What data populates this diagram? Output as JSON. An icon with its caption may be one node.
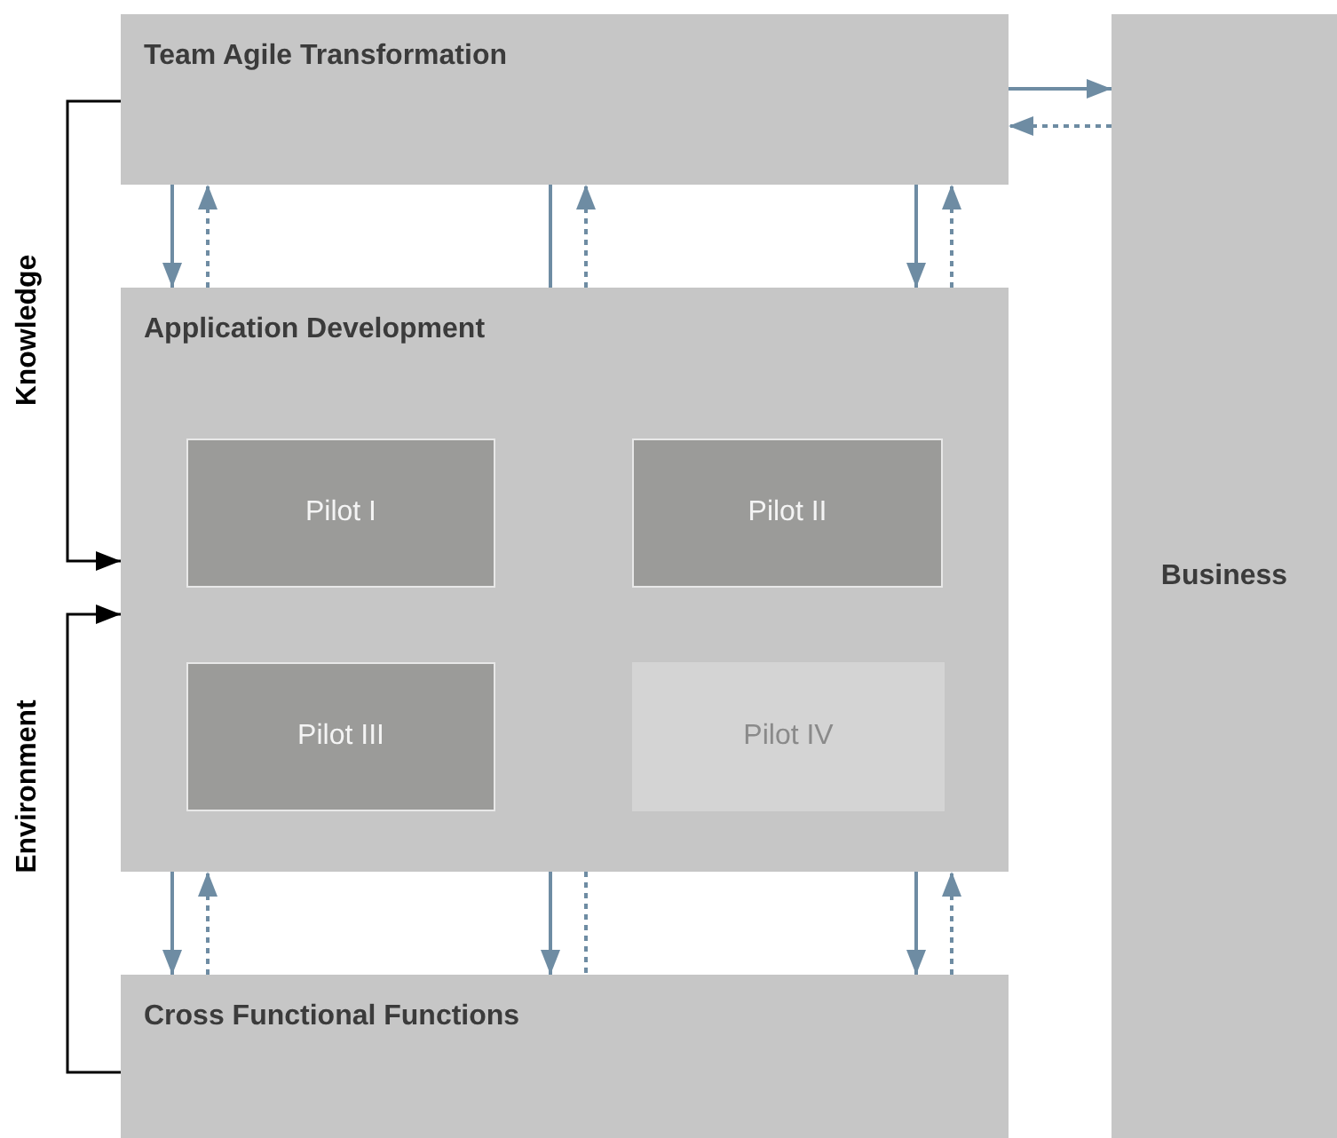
{
  "diagram": {
    "nodes": [
      {
        "text": [
          "Team Agile Transformation"
        ]
      },
      {
        "text": [
          "Business"
        ]
      },
      {
        "text": [
          "Application Development"
        ]
      },
      {
        "text": [
          "Pilot I"
        ],
        "in": 2
      },
      {
        "text": [
          "Pilot II"
        ],
        "in": 2
      },
      {
        "text": [
          "Pilot III"
        ],
        "in": 2
      },
      {
        "text": [
          "Pilot IV"
        ],
        "in": 2
      },
      {
        "text": [
          "Cross Functional Functions"
        ]
      }
    ],
    "edges": [
      {
        "from": 0,
        "to": 1,
        "arrow": "to"
      },
      {
        "from": 1,
        "to": 0,
        "arrow": "to",
        "style": "dashed"
      },
      {
        "from": 0,
        "to": 2,
        "arrow": "to"
      },
      {
        "from": 2,
        "to": 0,
        "arrow": "to",
        "style": "dashed"
      },
      {
        "from": 0,
        "to": 2,
        "arrow": "none"
      },
      {
        "from": 2,
        "to": 0,
        "arrow": "to",
        "style": "dashed"
      },
      {
        "from": 0,
        "to": 2,
        "arrow": "to"
      },
      {
        "from": 2,
        "to": 0,
        "arrow": "to",
        "style": "dashed"
      },
      {
        "from": 2,
        "to": 7,
        "arrow": "to"
      },
      {
        "from": 7,
        "to": 2,
        "arrow": "to",
        "style": "dashed"
      },
      {
        "from": 2,
        "to": 7,
        "arrow": "to"
      },
      {
        "from": 2,
        "to": 7,
        "arrow": "none",
        "style": "dashed"
      },
      {
        "from": 2,
        "to": 7,
        "arrow": "to"
      },
      {
        "from": 7,
        "to": 2,
        "arrow": "to",
        "style": "dashed"
      },
      {
        "from": 0,
        "to": 2,
        "arrow": "to",
        "label": "Knowledge",
        "color": "#000000"
      },
      {
        "from": 7,
        "to": 2,
        "arrow": "to",
        "label": "Environment",
        "color": "#000000"
      }
    ]
  }
}
